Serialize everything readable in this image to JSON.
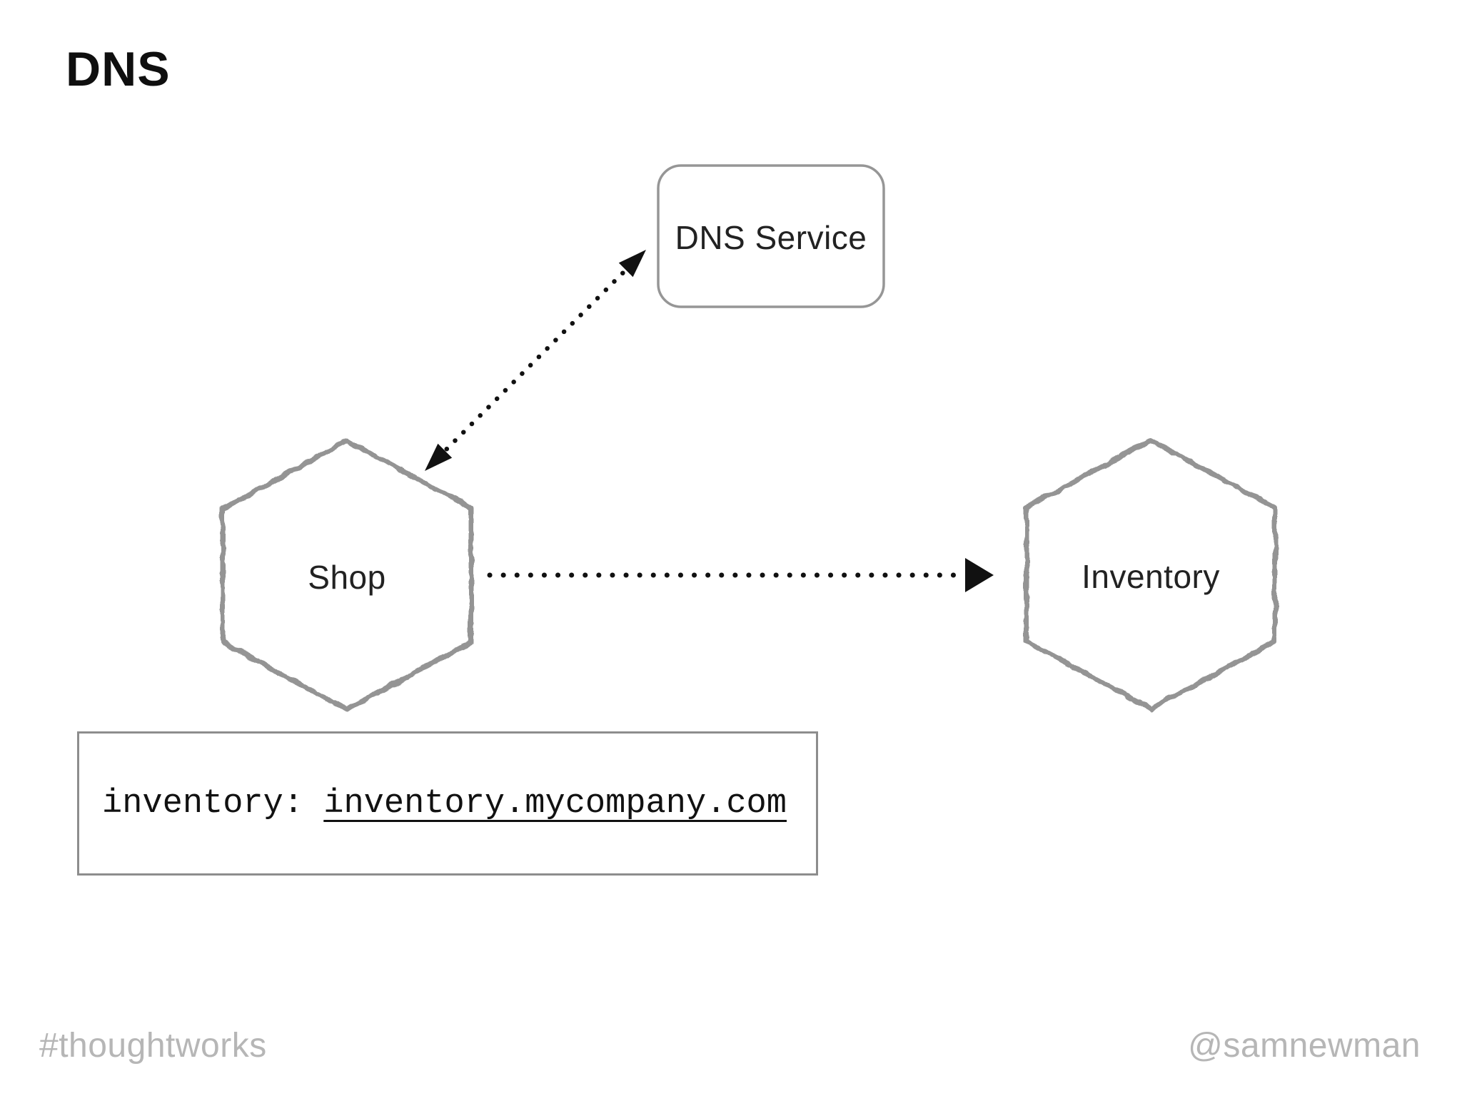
{
  "slide": {
    "title": "DNS",
    "nodes": {
      "dns_service": {
        "label": "DNS Service",
        "shape": "rounded-rectangle"
      },
      "shop": {
        "label": "Shop",
        "shape": "hexagon"
      },
      "inventory": {
        "label": "Inventory",
        "shape": "hexagon"
      }
    },
    "edges": [
      {
        "from": "Shop",
        "to": "DNS Service",
        "style": "dotted",
        "direction": "bidirectional"
      },
      {
        "from": "Shop",
        "to": "Inventory",
        "style": "dotted",
        "direction": "one-way"
      }
    ],
    "dns_entry": {
      "key": "inventory: ",
      "value": "inventory.mycompany.com"
    },
    "footer": {
      "left": "#thoughtworks",
      "right": "@samnewman"
    },
    "colors": {
      "background": "#ffffff",
      "sketch_stroke": "#949494",
      "box_border": "#969696",
      "arrow_black": "#111111",
      "label_text": "#222222",
      "footer_text": "#b6b6b6"
    }
  }
}
